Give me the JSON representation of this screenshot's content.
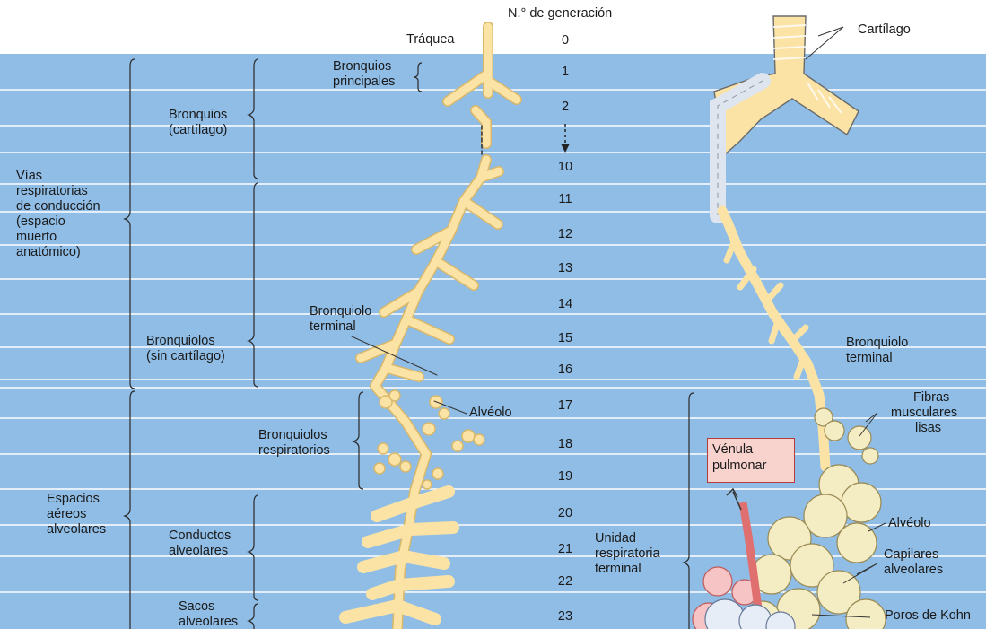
{
  "header": {
    "generation_title": "N.° de generación",
    "trachea": "Tráquea",
    "cartilage": "Cartílago"
  },
  "generations": [
    "0",
    "1",
    "2",
    "10",
    "11",
    "12",
    "13",
    "14",
    "15",
    "16",
    "17",
    "18",
    "19",
    "20",
    "21",
    "22",
    "23"
  ],
  "zones": {
    "conduction": [
      "Vías",
      "respiratorias",
      "de conducción",
      "(espacio",
      "muerto",
      "anatómico)"
    ],
    "alveolar": [
      "Espacios",
      "aéreos",
      "alveolares"
    ]
  },
  "segments": {
    "main_bronchi": [
      "Bronquios",
      "principales"
    ],
    "bronchi": [
      "Bronquios",
      "(cartílago)"
    ],
    "bronchioles": [
      "Bronquiolos",
      "(sin cartílago)"
    ],
    "respiratory_bronchioles": [
      "Bronquiolos",
      "respiratorios"
    ],
    "alveolar_ducts": [
      "Conductos",
      "alveolares"
    ],
    "alveolar_sacs": [
      "Sacos",
      "alveolares"
    ]
  },
  "tree_labels": {
    "terminal_bronchiole": [
      "Bronquiolo",
      "terminal"
    ],
    "alveolus": "Alvéolo"
  },
  "right_labels": {
    "terminal_bronchiole": [
      "Bronquiolo",
      "terminal"
    ],
    "smooth_muscle": [
      "Fibras",
      "musculares",
      "lisas"
    ],
    "pulmonary_venule": [
      "Vénula",
      "pulmonar"
    ],
    "terminal_unit": [
      "Unidad",
      "respiratoria",
      "terminal"
    ],
    "alveolus": "Alvéolo",
    "capillaries": [
      "Capilares",
      "alveolares"
    ],
    "pores": "Poros de Kohn"
  },
  "colors": {
    "band": "#8fbde6",
    "band_line": "#ffffff",
    "airway": "#fbe3a6",
    "airway_edge": "#d9b86a",
    "venule_box": "#f8d3cd",
    "vessel": "#e07070"
  }
}
